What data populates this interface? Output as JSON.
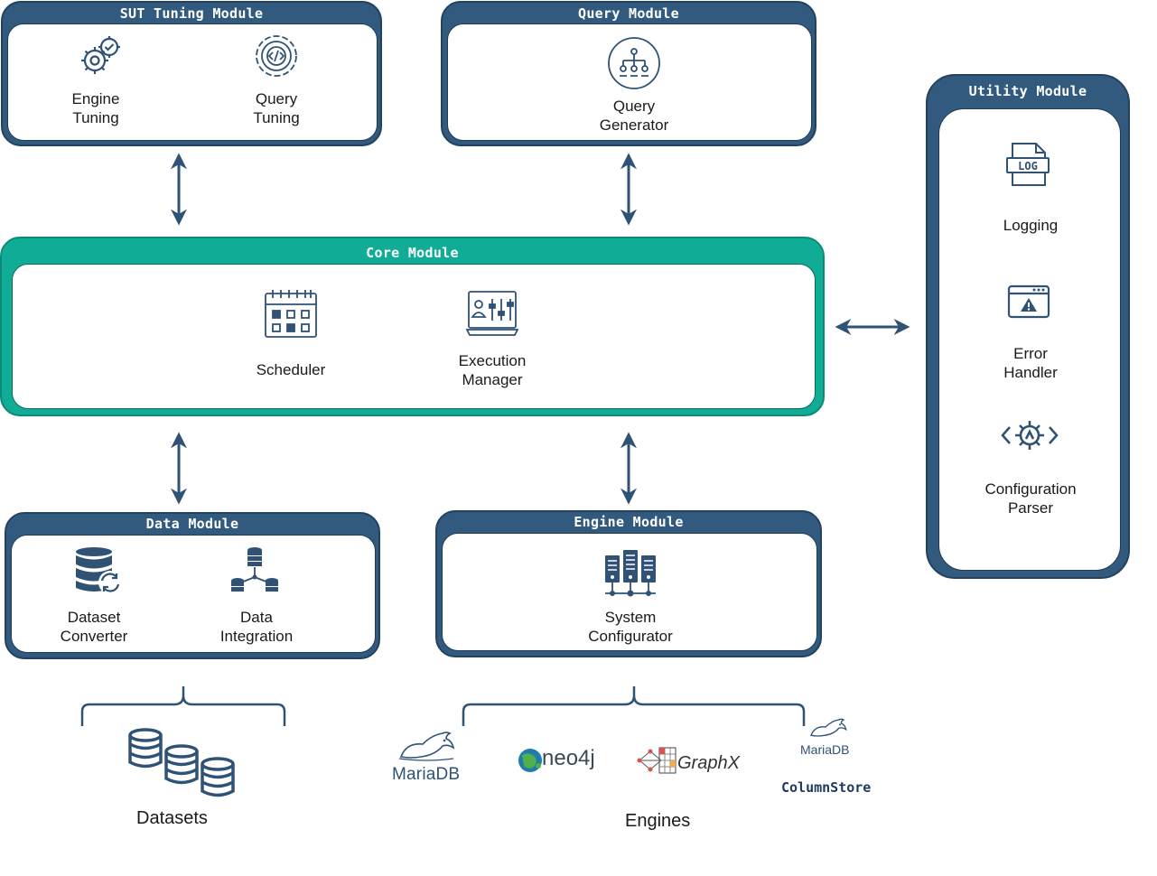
{
  "modules": {
    "sut_tuning": {
      "title": "SUT Tuning Module",
      "items": [
        {
          "label": "Engine\nTuning",
          "icon": "gear-check-icon"
        },
        {
          "label": "Query\nTuning",
          "icon": "code-gear-icon"
        }
      ]
    },
    "query": {
      "title": "Query Module",
      "items": [
        {
          "label": "Query\nGenerator",
          "icon": "hierarchy-icon"
        }
      ]
    },
    "core": {
      "title": "Core Module",
      "items": [
        {
          "label": "Scheduler",
          "icon": "calendar-icon"
        },
        {
          "label": "Execution\nManager",
          "icon": "monitor-control-icon"
        }
      ]
    },
    "utility": {
      "title": "Utility Module",
      "items": [
        {
          "label": "Logging",
          "icon": "log-file-icon",
          "icon_text": "LOG"
        },
        {
          "label": "Error\nHandler",
          "icon": "warning-window-icon"
        },
        {
          "label": "Configuration\nParser",
          "icon": "code-gear-icon"
        }
      ]
    },
    "data": {
      "title": "Data Module",
      "items": [
        {
          "label": "Dataset\nConverter",
          "icon": "database-sync-icon"
        },
        {
          "label": "Data\nIntegration",
          "icon": "database-network-icon"
        }
      ]
    },
    "engine": {
      "title": "Engine Module",
      "items": [
        {
          "label": "System\nConfigurator",
          "icon": "server-rack-icon"
        }
      ]
    }
  },
  "datasets": {
    "label": "Datasets",
    "icon": "database-stack-icon"
  },
  "engines": {
    "label": "Engines",
    "logos": [
      {
        "name": "MariaDB"
      },
      {
        "name": "neo4j"
      },
      {
        "name": "GraphX"
      },
      {
        "name": "MariaDB",
        "sublabel": "ColumnStore"
      }
    ]
  },
  "colors": {
    "navy": "#315a7e",
    "teal": "#10ac95",
    "arrow": "#2f5275",
    "icon": "#2f5275"
  }
}
